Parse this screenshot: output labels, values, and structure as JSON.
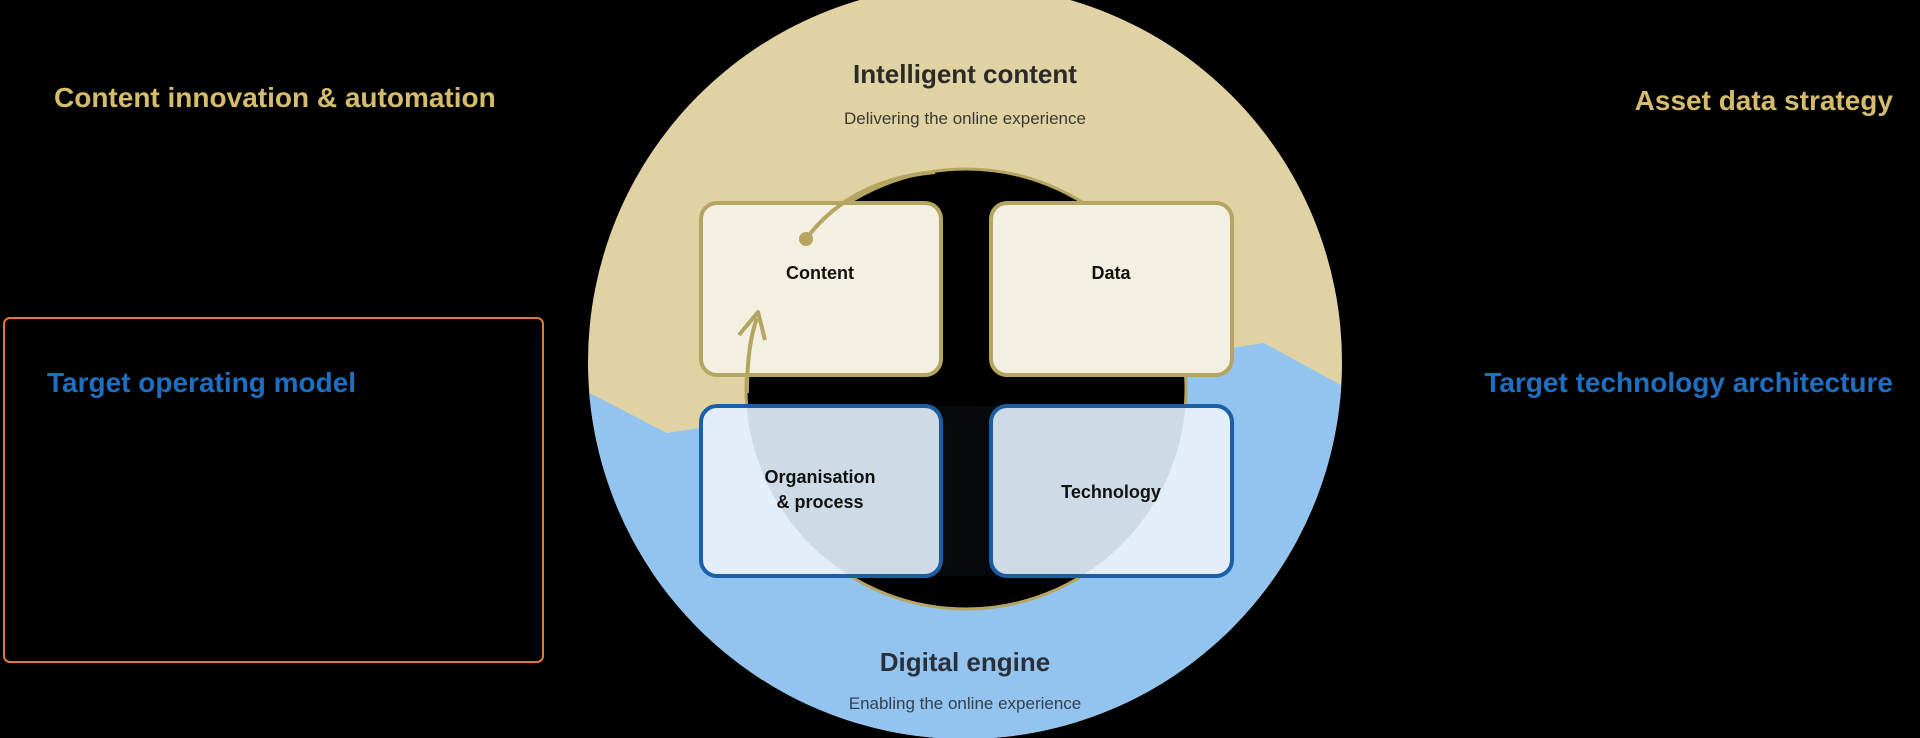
{
  "left": {
    "top_label": "Content innovation & automation",
    "highlighted_label": "Target operating model"
  },
  "right": {
    "top_label": "Asset data strategy",
    "bottom_label": "Target technology architecture"
  },
  "diagram": {
    "top_title": "Intelligent content",
    "top_subtitle": "Delivering the online experience",
    "bottom_title": "Digital engine",
    "bottom_subtitle": "Enabling the online experience",
    "boxes": {
      "content": "Content",
      "data": "Data",
      "organisation_line1": "Organisation",
      "organisation_line2": "& process",
      "technology": "Technology"
    }
  },
  "colors": {
    "gold_text": "#d4bc6a",
    "blue_text": "#1e6fc0",
    "highlight_border": "#e07a3a",
    "tan_fill": "#e1d2a4",
    "sky_fill": "#93c4f0"
  }
}
